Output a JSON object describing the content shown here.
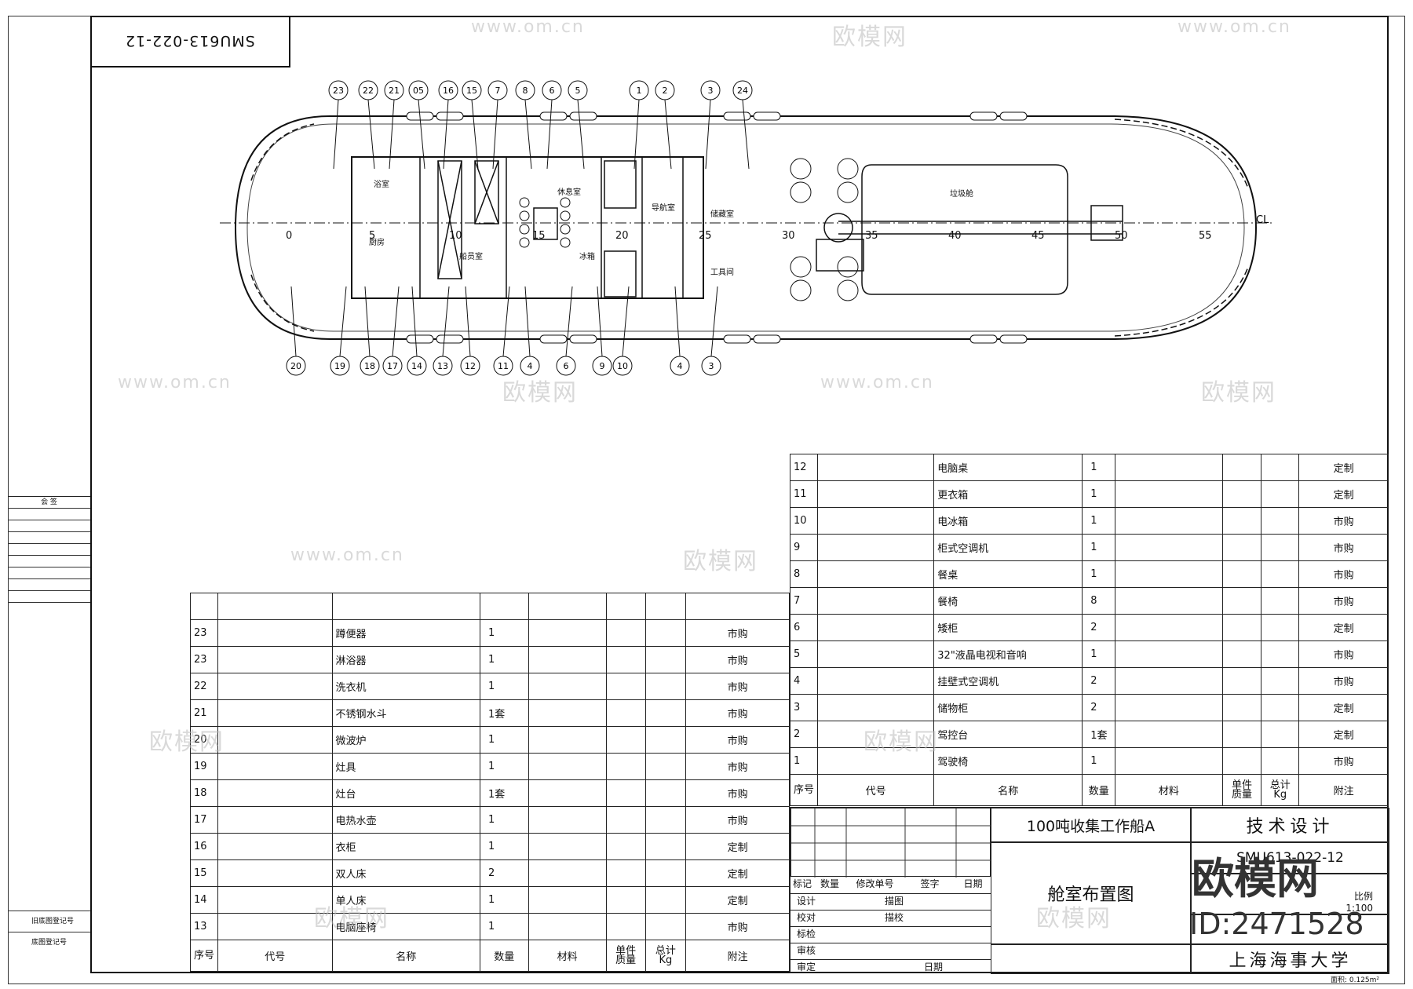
{
  "drawing_code_rotated": "SMU613-022-12",
  "hull_labels": {
    "top_callouts": [
      "23",
      "22",
      "21",
      "05",
      "16",
      "15",
      "7",
      "8",
      "6",
      "5",
      "1",
      "2",
      "3",
      "24"
    ],
    "bottom_callouts": [
      "20",
      "19",
      "18",
      "17",
      "14",
      "13",
      "12",
      "11",
      "4",
      "6",
      "9",
      "10",
      "4",
      "3"
    ],
    "frame_numbers": [
      "0",
      "5",
      "10",
      "15",
      "20",
      "25",
      "30",
      "35",
      "40",
      "45",
      "50",
      "55"
    ],
    "centerline": "CL",
    "rooms": {
      "bath": "浴室",
      "kitchen": "厨房",
      "crew": "船员室",
      "rest": "休息室",
      "fridge": "冰箱",
      "nav": "导航室",
      "storage": "储藏室",
      "tool": "工具间",
      "garbage": "垃圾舱"
    }
  },
  "left_table": {
    "rows": [
      {
        "no": "23",
        "code": "",
        "name": "蹲便器",
        "qty": "1",
        "material": "",
        "unit": "",
        "total": "",
        "note": "市购"
      },
      {
        "no": "23",
        "code": "",
        "name": "淋浴器",
        "qty": "1",
        "material": "",
        "unit": "",
        "total": "",
        "note": "市购"
      },
      {
        "no": "22",
        "code": "",
        "name": "洗衣机",
        "qty": "1",
        "material": "",
        "unit": "",
        "total": "",
        "note": "市购"
      },
      {
        "no": "21",
        "code": "",
        "name": "不锈钢水斗",
        "qty": "1套",
        "material": "",
        "unit": "",
        "total": "",
        "note": "市购"
      },
      {
        "no": "20",
        "code": "",
        "name": "微波炉",
        "qty": "1",
        "material": "",
        "unit": "",
        "total": "",
        "note": "市购"
      },
      {
        "no": "19",
        "code": "",
        "name": "灶具",
        "qty": "1",
        "material": "",
        "unit": "",
        "total": "",
        "note": "市购"
      },
      {
        "no": "18",
        "code": "",
        "name": "灶台",
        "qty": "1套",
        "material": "",
        "unit": "",
        "total": "",
        "note": "市购"
      },
      {
        "no": "17",
        "code": "",
        "name": "电热水壶",
        "qty": "1",
        "material": "",
        "unit": "",
        "total": "",
        "note": "市购"
      },
      {
        "no": "16",
        "code": "",
        "name": "衣柜",
        "qty": "1",
        "material": "",
        "unit": "",
        "total": "",
        "note": "定制"
      },
      {
        "no": "15",
        "code": "",
        "name": "双人床",
        "qty": "2",
        "material": "",
        "unit": "",
        "total": "",
        "note": "定制"
      },
      {
        "no": "14",
        "code": "",
        "name": "单人床",
        "qty": "1",
        "material": "",
        "unit": "",
        "total": "",
        "note": "定制"
      },
      {
        "no": "13",
        "code": "",
        "name": "电脑座椅",
        "qty": "1",
        "material": "",
        "unit": "",
        "total": "",
        "note": "市购"
      }
    ]
  },
  "right_table": {
    "rows": [
      {
        "no": "12",
        "code": "",
        "name": "电脑桌",
        "qty": "1",
        "material": "",
        "unit": "",
        "total": "",
        "note": "定制"
      },
      {
        "no": "11",
        "code": "",
        "name": "更衣箱",
        "qty": "1",
        "material": "",
        "unit": "",
        "total": "",
        "note": "定制"
      },
      {
        "no": "10",
        "code": "",
        "name": "电冰箱",
        "qty": "1",
        "material": "",
        "unit": "",
        "total": "",
        "note": "市购"
      },
      {
        "no": "9",
        "code": "",
        "name": "柜式空调机",
        "qty": "1",
        "material": "",
        "unit": "",
        "total": "",
        "note": "市购"
      },
      {
        "no": "8",
        "code": "",
        "name": "餐桌",
        "qty": "1",
        "material": "",
        "unit": "",
        "total": "",
        "note": "市购"
      },
      {
        "no": "7",
        "code": "",
        "name": "餐椅",
        "qty": "8",
        "material": "",
        "unit": "",
        "total": "",
        "note": "市购"
      },
      {
        "no": "6",
        "code": "",
        "name": "矮柜",
        "qty": "2",
        "material": "",
        "unit": "",
        "total": "",
        "note": "定制"
      },
      {
        "no": "5",
        "code": "",
        "name": "32\"液晶电视和音响",
        "qty": "1",
        "material": "",
        "unit": "",
        "total": "",
        "note": "市购"
      },
      {
        "no": "4",
        "code": "",
        "name": "挂壁式空调机",
        "qty": "2",
        "material": "",
        "unit": "",
        "total": "",
        "note": "市购"
      },
      {
        "no": "3",
        "code": "",
        "name": "储物柜",
        "qty": "2",
        "material": "",
        "unit": "",
        "total": "",
        "note": "定制"
      },
      {
        "no": "2",
        "code": "",
        "name": "驾控台",
        "qty": "1套",
        "material": "",
        "unit": "",
        "total": "",
        "note": "定制"
      },
      {
        "no": "1",
        "code": "",
        "name": "驾驶椅",
        "qty": "1",
        "material": "",
        "unit": "",
        "total": "",
        "note": "市购"
      }
    ]
  },
  "table_header": {
    "no": "序号",
    "code": "代号",
    "name": "名称",
    "qty": "数量",
    "material": "材料",
    "unit_mass_top": "单件",
    "total_mass_top": "总计",
    "mass_bottom": "质量",
    "kg": "Kg",
    "note": "附注"
  },
  "title_block": {
    "project": "100吨收集工作船A",
    "stage": "技术设计",
    "drawing_title": "舱室布置图",
    "drawing_no": "SMU613-022-12",
    "scale_label": "比例",
    "scale": "1:100",
    "school": "上海海事大学",
    "rev_headers": [
      "标记",
      "数量",
      "修改单号",
      "签字",
      "日期"
    ],
    "roles": [
      "设计",
      "校对",
      "标检",
      "审核",
      "审定"
    ],
    "right_roles": [
      "描图",
      "描校"
    ],
    "date_label": "日期",
    "area_note": "面积: 0.125m²"
  },
  "side_block": {
    "sign": "会 签",
    "reg1": "旧底图登记号",
    "reg2": "底图登记号"
  },
  "watermarks": {
    "site": "www.om.cn",
    "brand": "欧模网",
    "brand_big": "欧模网",
    "id": "ID:2471528"
  }
}
